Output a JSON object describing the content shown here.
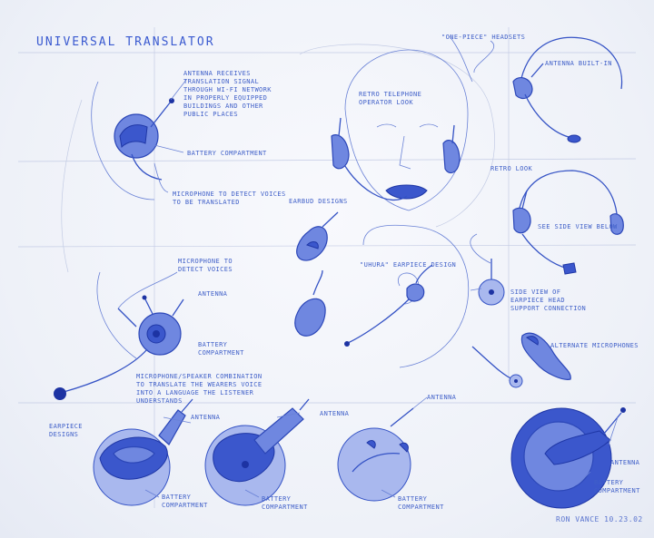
{
  "title": "UNIVERSAL TRANSLATOR",
  "signature": "RON VANCE  10.23.02",
  "labels": {
    "antenna_receives": "ANTENNA RECEIVES\nTRANSLATION SIGNAL\nTHROUGH WI-FI NETWORK\nIN PROPERLY EQUIPPED\nBUILDINGS AND OTHER\nPUBLIC PLACES",
    "battery_compartment_top": "BATTERY COMPARTMENT",
    "microphone_detect_voices_top": "MICROPHONE TO DETECT VOICES\nTO BE TRANSLATED",
    "one_piece_headsets": "\"ONE-PIECE\" HEADSETS",
    "antenna_built_in": "ANTENNA BUILT-IN",
    "retro_telephone": "RETRO TELEPHONE\nOPERATOR LOOK",
    "retro_look": "RETRO LOOK",
    "see_side_view": "SEE SIDE VIEW BELOW",
    "earbud_designs": "EARBUD DESIGNS",
    "uhura_earpiece": "\"UHURA\" EARPIECE DESIGN",
    "side_view": "SIDE VIEW OF\nEARPIECE HEAD\nSUPPORT CONNECTION",
    "alternate_microphones": "ALTERNATE MICROPHONES",
    "microphone_detect_voices_mid": "MICROPHONE TO\nDETECT VOICES",
    "antenna_mid": "ANTENNA",
    "battery_compartment_mid": "BATTERY\nCOMPARTMENT",
    "mic_speaker_combo": "MICROPHONE/SPEAKER COMBINATION\nTO TRANSLATE THE WEARERS VOICE\nINTO A LANGUAGE THE LISTENER\nUNDERSTANDS",
    "earpiece_designs": "EARPIECE\nDESIGNS",
    "antenna_b1": "ANTENNA",
    "antenna_b2": "ANTENNA",
    "antenna_b3": "ANTENNA",
    "antenna_b4": "ANTENNA",
    "battery_b1": "BATTERY\nCOMPARTMENT",
    "battery_b2": "BATTERY\nCOMPARTMENT",
    "battery_b3": "BATTERY\nCOMPARTMENT",
    "battery_b4": "BATTERY\nCOMPARTMENT"
  },
  "colors": {
    "ink": "#3553c5",
    "paper": "#f4f6fb",
    "guide": "#c3cbe4"
  }
}
